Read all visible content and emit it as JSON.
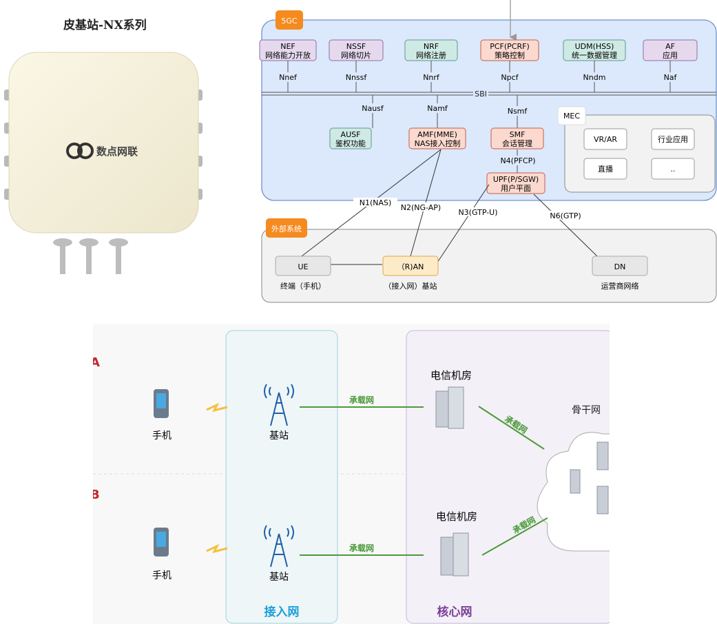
{
  "product_title": "皮基站-NX系列",
  "device": {
    "logo_text": "数点网联"
  },
  "core": {
    "label": "5GC",
    "sbi": "SBI",
    "nfs": [
      {
        "id": "nef",
        "name": "NEF",
        "desc": "网络能力开放",
        "iface": "Nnef",
        "fill": "#e6d9ee",
        "stroke": "#8a6fa8"
      },
      {
        "id": "nssf",
        "name": "NSSF",
        "desc": "网络切片",
        "iface": "Nnssf",
        "fill": "#e6d9ee",
        "stroke": "#8a6fa8"
      },
      {
        "id": "nrf",
        "name": "NRF",
        "desc": "网络注册",
        "iface": "Nnrf",
        "fill": "#cfe9e4",
        "stroke": "#5a9a8e"
      },
      {
        "id": "pcf",
        "name": "PCF(PCRF)",
        "desc": "策略控制",
        "iface": "Npcf",
        "fill": "#fcd9cf",
        "stroke": "#c0604a"
      },
      {
        "id": "udm",
        "name": "UDM(HSS)",
        "desc": "统一数据管理",
        "iface": "Nndm",
        "fill": "#cfe9e4",
        "stroke": "#5a9a8e"
      },
      {
        "id": "af",
        "name": "AF",
        "desc": "应用",
        "iface": "Naf",
        "fill": "#e6d9ee",
        "stroke": "#8a6fa8"
      }
    ],
    "lower_ifaces": [
      "Nausf",
      "Namf",
      "Nsmf"
    ],
    "ausf": {
      "name": "AUSF",
      "desc": "鉴权功能"
    },
    "amf": {
      "name": "AMF(MME)",
      "desc": "NAS接入控制"
    },
    "smf": {
      "name": "SMF",
      "desc": "会话管理"
    },
    "n4": "N4(PFCP)",
    "upf": {
      "name": "UPF(P/SGW)",
      "desc": "用户平面"
    },
    "mec": {
      "label": "MEC",
      "items": [
        "VR/AR",
        "行业应用",
        "直播",
        ".."
      ]
    }
  },
  "external": {
    "label": "外部系统",
    "ue": "UE",
    "ue_caption": "终端（手机）",
    "ran": "（R)AN",
    "ran_caption": "（接入网）基站",
    "dn": "DN",
    "dn_caption": "运营商网络",
    "links": [
      "N1(NAS)",
      "N2(NG-AP)",
      "N3(GTP-U)",
      "N6(GTP)"
    ]
  },
  "network": {
    "row_a": "A",
    "row_b": "B",
    "phone": "手机",
    "base_station": "基站",
    "bearer": "承载网",
    "equipment_room": "电信机房",
    "backbone": "骨干网",
    "access_zone": "接入网",
    "core_zone": "核心网"
  }
}
